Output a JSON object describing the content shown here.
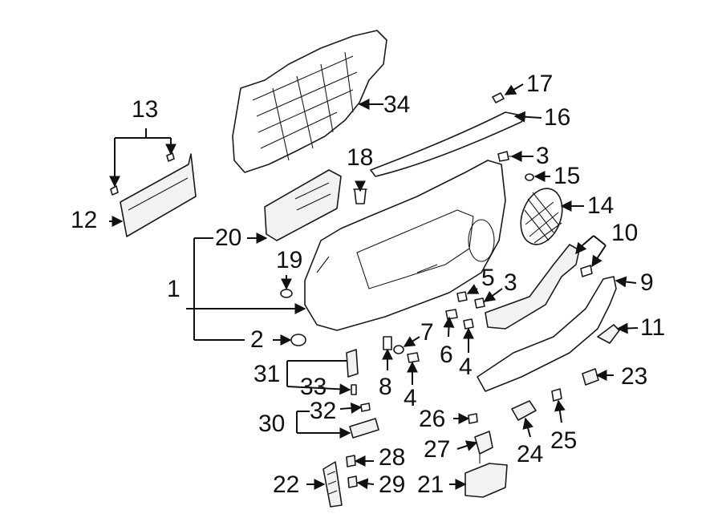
{
  "diagram": {
    "callouts": {
      "c1": "1",
      "c2": "2",
      "c3a": "3",
      "c3b": "3",
      "c4a": "4",
      "c4b": "4",
      "c5": "5",
      "c6": "6",
      "c7": "7",
      "c8": "8",
      "c9": "9",
      "c10": "10",
      "c11": "11",
      "c12": "12",
      "c13": "13",
      "c14": "14",
      "c15": "15",
      "c16": "16",
      "c17": "17",
      "c18": "18",
      "c19": "19",
      "c20": "20",
      "c21": "21",
      "c22": "22",
      "c23": "23",
      "c24": "24",
      "c25": "25",
      "c26": "26",
      "c27": "27",
      "c28": "28",
      "c29": "29",
      "c30": "30",
      "c31": "31",
      "c32": "32",
      "c33": "33",
      "c34": "34"
    }
  }
}
